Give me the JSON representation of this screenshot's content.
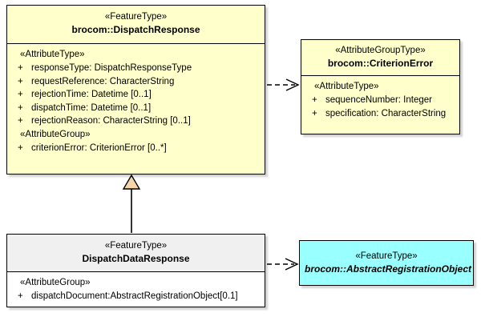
{
  "diagram": {
    "type": "uml-class-diagram",
    "background": "#ffffff",
    "colors": {
      "featuretype_fill": "#ffffcc",
      "attributegrouptype_fill": "#ffffcc",
      "abstract_fill": "#99ffff",
      "plain_header_fill": "#f0f0f0",
      "plain_body_fill": "#ffffff",
      "border": "#000000",
      "generalization_arrow_fill": "#f5d6ab"
    }
  },
  "classes": {
    "dispatch_response": {
      "stereotype": "«FeatureType»",
      "name": "brocom::DispatchResponse",
      "compartments": [
        {
          "group": "«AttributeType»",
          "attributes": [
            {
              "visibility": "+",
              "text": "responseType: DispatchResponseType"
            },
            {
              "visibility": "+",
              "text": "requestReference: CharacterString"
            },
            {
              "visibility": "+",
              "text": "rejectionTime: Datetime [0..1]"
            },
            {
              "visibility": "+",
              "text": "dispatchTime: Datetime [0..1]"
            },
            {
              "visibility": "+",
              "text": "rejectionReason: CharacterString [0..1]"
            }
          ]
        },
        {
          "group": "«AttributeGroup»",
          "attributes": [
            {
              "visibility": "+",
              "text": "criterionError: CriterionError [0..*]"
            }
          ]
        }
      ]
    },
    "criterion_error": {
      "stereotype": "«AttributeGroupType»",
      "name": "brocom::CriterionError",
      "compartments": [
        {
          "group": "«AttributeType»",
          "attributes": [
            {
              "visibility": "+",
              "text": "sequenceNumber: Integer"
            },
            {
              "visibility": "+",
              "text": "specification: CharacterString"
            }
          ]
        }
      ]
    },
    "dispatch_data_response": {
      "stereotype": "«FeatureType»",
      "name": "DispatchDataResponse",
      "compartments": [
        {
          "group": "«AttributeGroup»",
          "attributes": [
            {
              "visibility": "+",
              "text": "dispatchDocument:AbstractRegistrationObject[0.1]"
            }
          ]
        }
      ]
    },
    "abstract_registration_object": {
      "stereotype": "«FeatureType»",
      "name": "brocom::AbstractRegistrationObject",
      "abstract": true,
      "compartments": []
    }
  },
  "relationships": [
    {
      "name": "dependency-dispatchresponse-to-criterionerror",
      "kind": "dependency",
      "line": "dashed",
      "arrowhead": "open",
      "from": "dispatch_response",
      "to": "criterion_error"
    },
    {
      "name": "generalization-dispatchdataresponse-to-dispatchresponse",
      "kind": "generalization",
      "line": "solid",
      "arrowhead": "hollow-triangle",
      "from": "dispatch_data_response",
      "to": "dispatch_response"
    },
    {
      "name": "dependency-dispatchdataresponse-to-abstractregistrationobject",
      "kind": "dependency",
      "line": "dashed",
      "arrowhead": "open",
      "from": "dispatch_data_response",
      "to": "abstract_registration_object"
    }
  ]
}
